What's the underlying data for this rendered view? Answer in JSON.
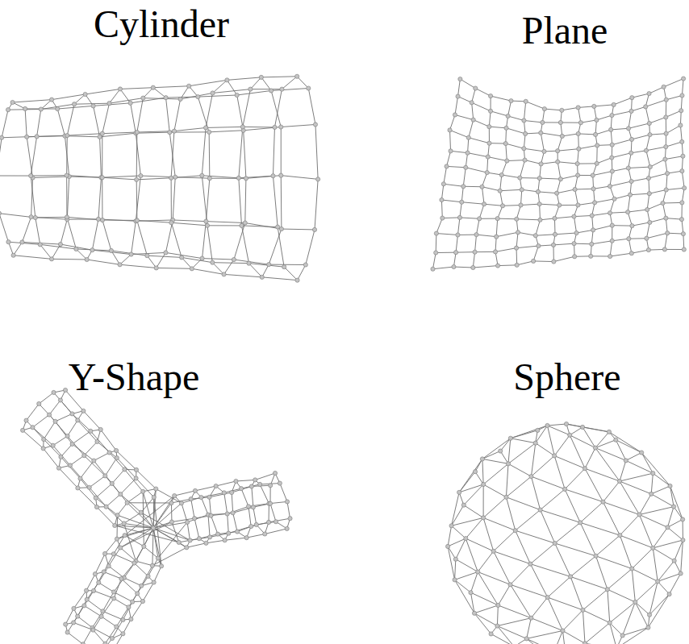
{
  "diagram": {
    "labels": [
      "Cylinder",
      "Plane",
      "Y-Shape",
      "Sphere"
    ]
  }
}
